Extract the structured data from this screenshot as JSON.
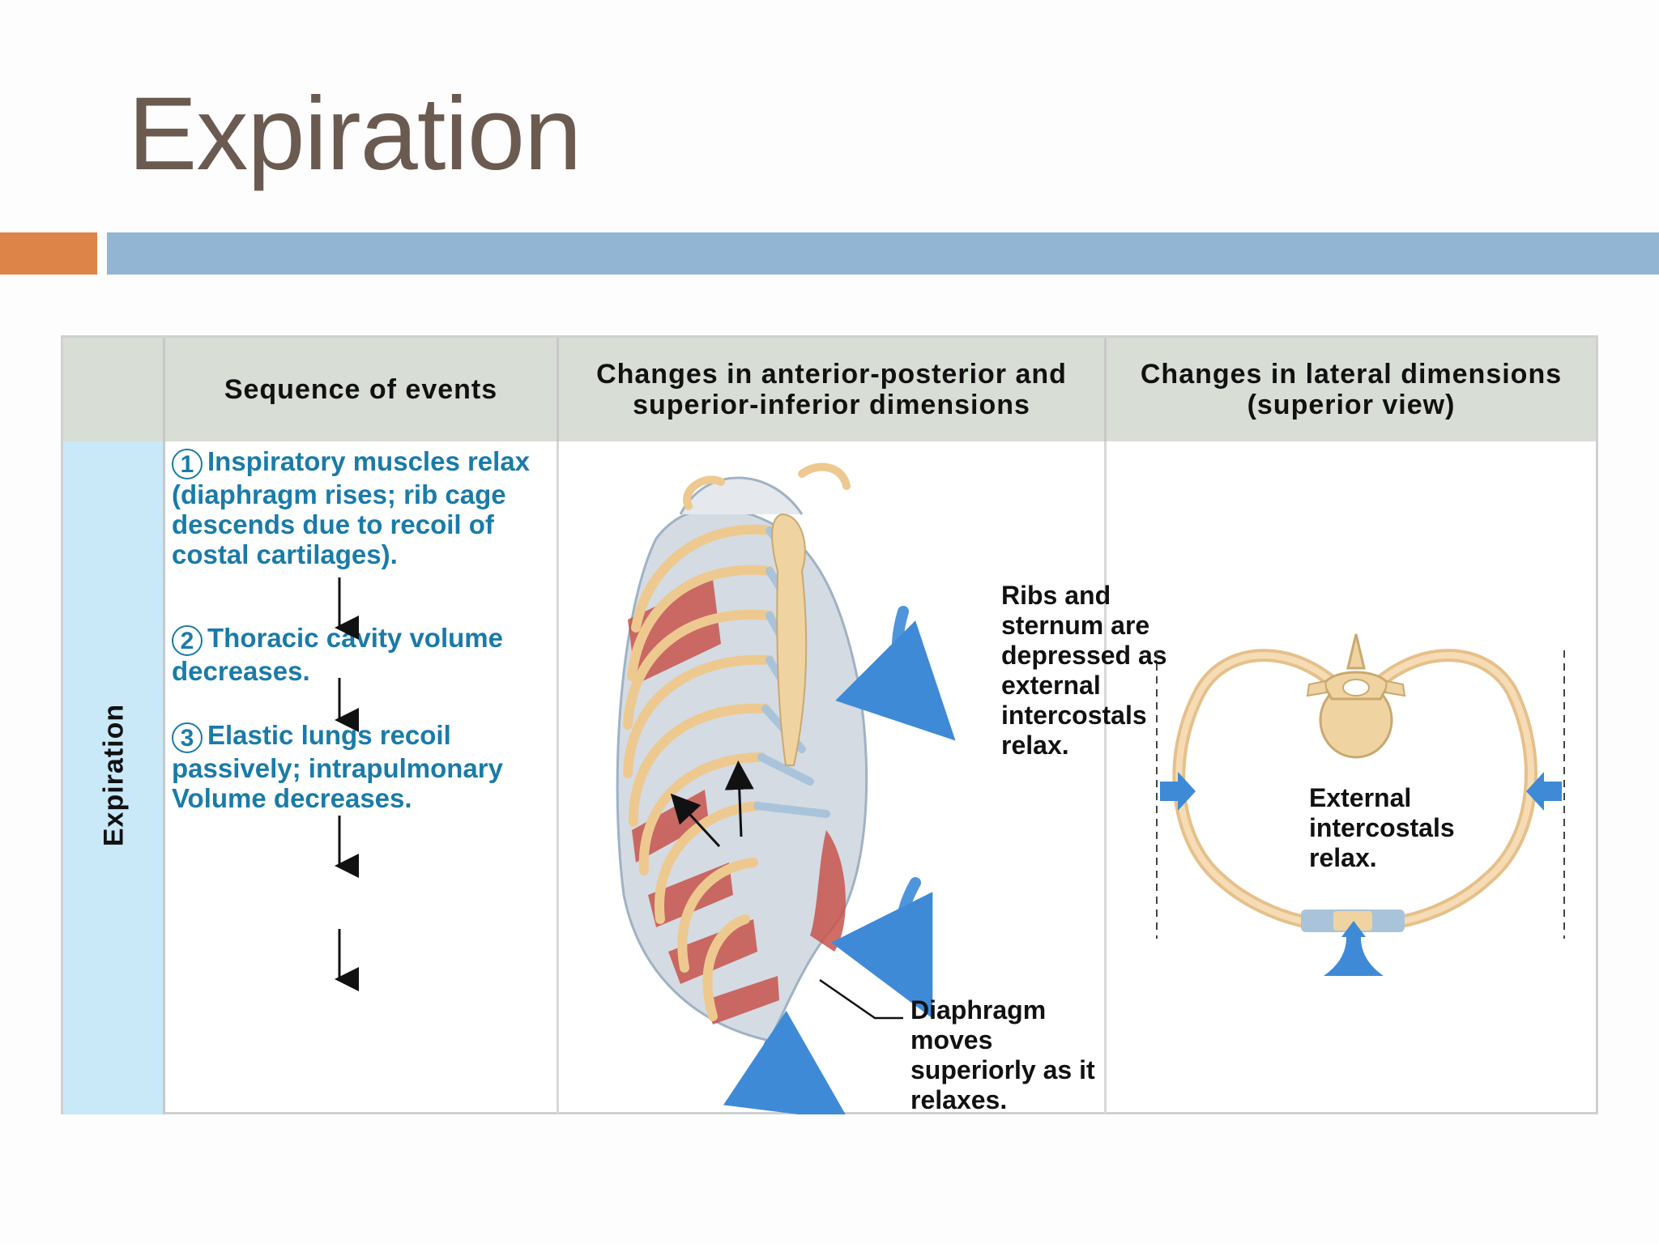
{
  "slide": {
    "title": "Expiration"
  },
  "table": {
    "headers": {
      "sequence": "Sequence of events",
      "ap_si": "Changes in anterior-posterior and superior-inferior dimensions",
      "lateral": "Changes in lateral dimensions (superior view)"
    },
    "row_label": "Expiration",
    "steps": [
      {
        "num": "1",
        "text": "Inspiratory muscles relax (diaphragm rises; rib cage descends due to recoil of costal cartilages)."
      },
      {
        "num": "2",
        "text": "Thoracic cavity volume decreases."
      },
      {
        "num": "3",
        "text": "Elastic lungs recoil passively; intrapulmonary Volume decreases."
      }
    ],
    "callouts": {
      "ribs": "Ribs and sternum are depressed as external intercostals relax.",
      "diaphragm": "Diaphragm moves superiorly as it relaxes.",
      "external": "External intercostals relax."
    }
  },
  "colors": {
    "title": "#6b5a50",
    "accent_orange": "#dd8448",
    "accent_blue": "#93b5d4",
    "step_text": "#1a7ba8",
    "side_band": "#c9e8f8",
    "header_bg": "#d8ddd5"
  }
}
